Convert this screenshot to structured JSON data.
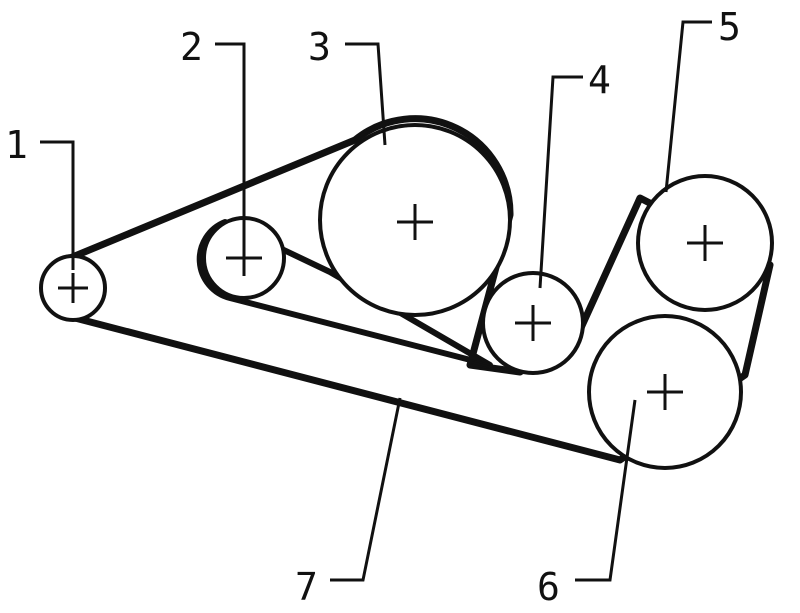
{
  "labels": {
    "l1": "1",
    "l2": "2",
    "l3": "3",
    "l4": "4",
    "l5": "5",
    "l6": "6",
    "l7": "7"
  },
  "colors": {
    "line": "#111111",
    "background": "#ffffff"
  }
}
